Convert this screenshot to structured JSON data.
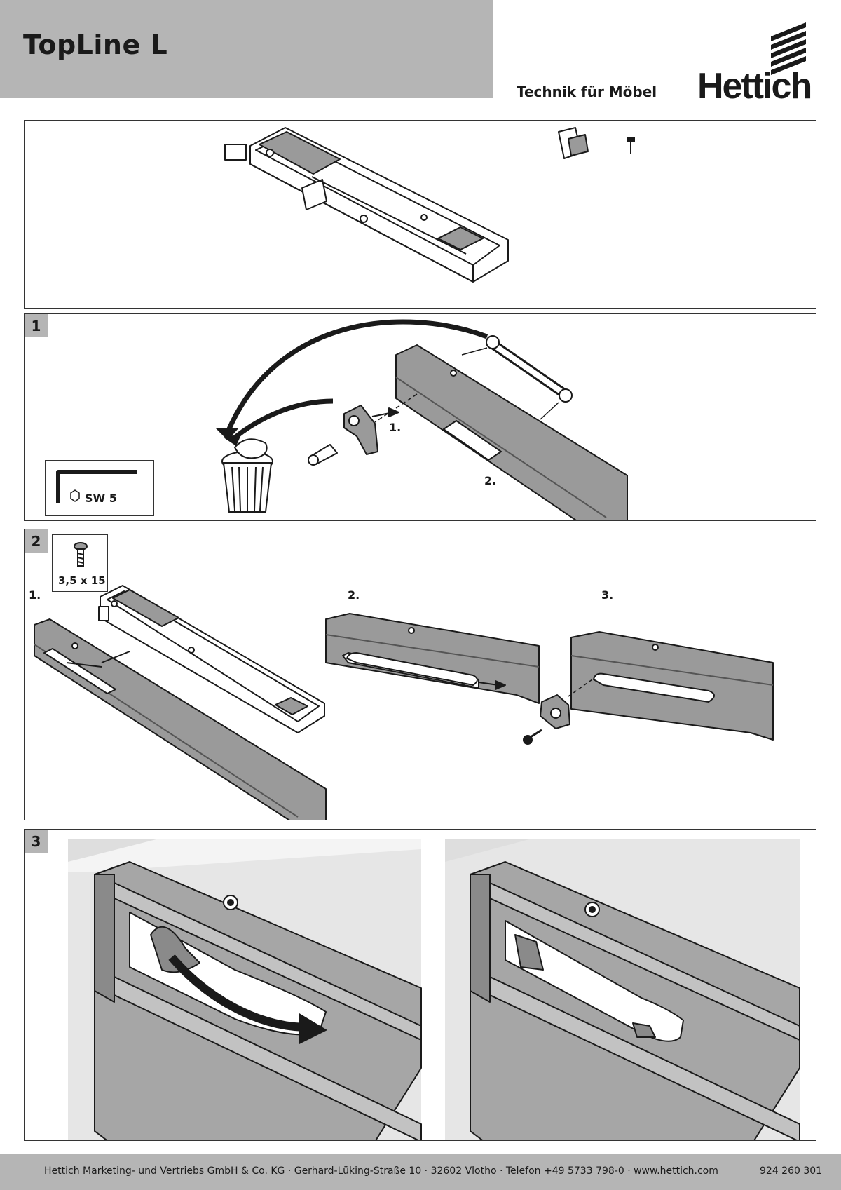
{
  "header": {
    "title": "TopLine L",
    "tagline": "Technik für Möbel",
    "brand": "Hettich"
  },
  "panels": {
    "step1": {
      "number": "1",
      "tool_label": "SW 5",
      "callouts": [
        "1.",
        "2."
      ]
    },
    "step2": {
      "number": "2",
      "screw_label": "3,5 x 15",
      "substeps": [
        "1.",
        "2.",
        "3."
      ]
    },
    "step3": {
      "number": "3"
    }
  },
  "footer": {
    "address": "Hettich Marketing- und Vertriebs GmbH & Co. KG · Gerhard-Lüking-Straße 10 · 32602 Vlotho · Telefon +49 5733 798-0 · www.hettich.com",
    "doc_number": "924 260 301"
  },
  "colors": {
    "band_gray": "#b5b5b5",
    "rail_gray": "#9a9a9a",
    "line": "#1a1a1a"
  }
}
